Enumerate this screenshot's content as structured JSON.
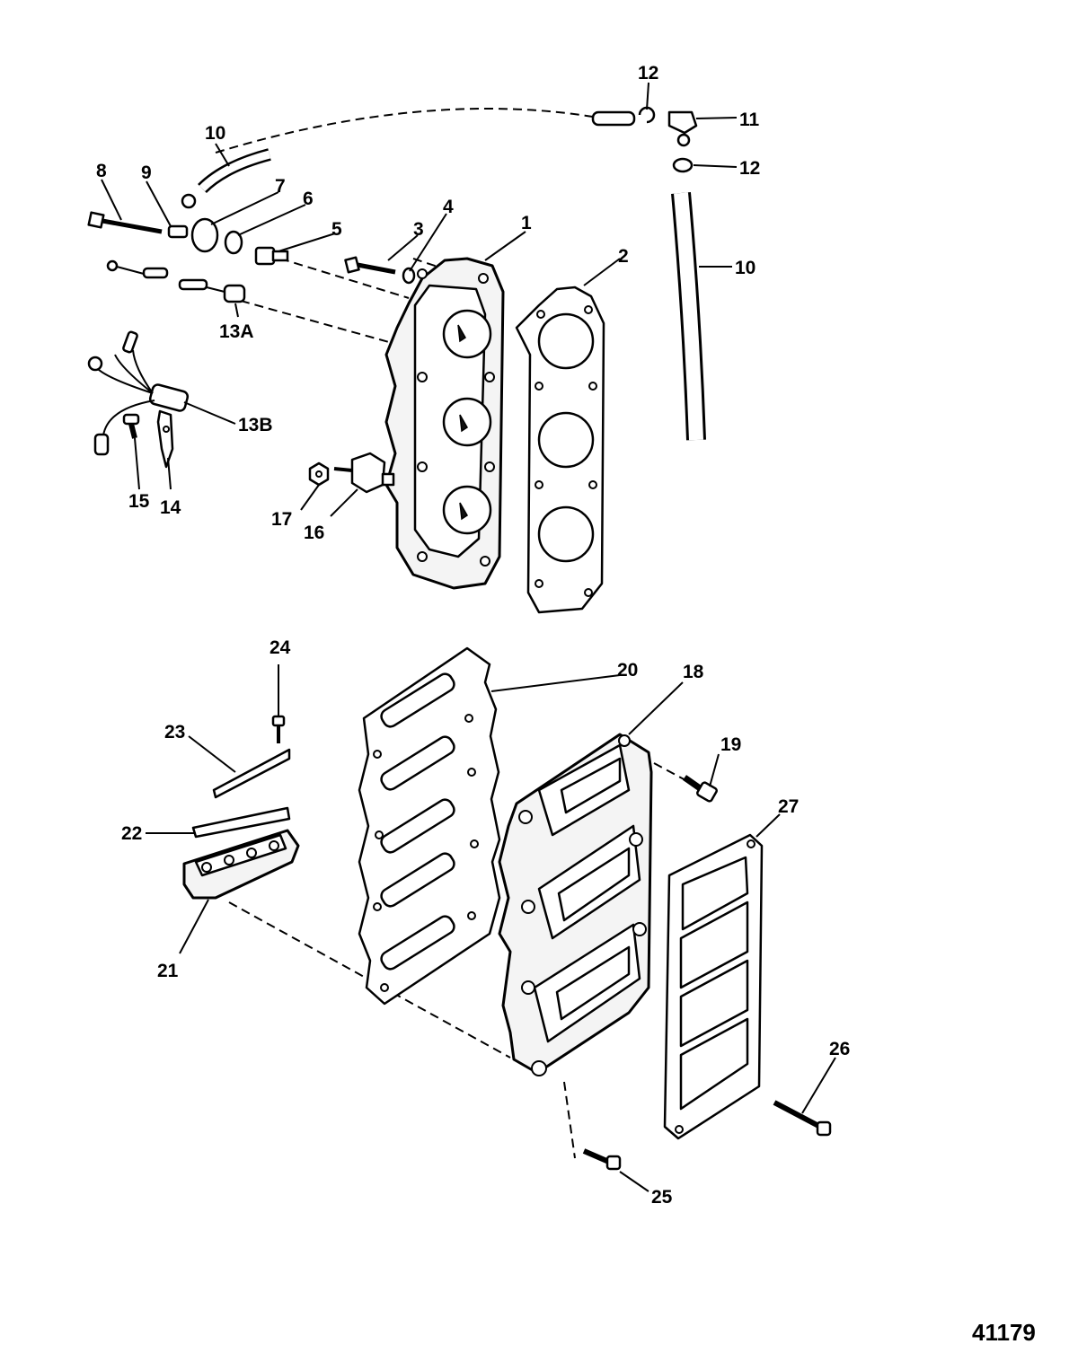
{
  "figure_number": "41179",
  "callouts": {
    "c1": "1",
    "c2": "2",
    "c3": "3",
    "c4": "4",
    "c5": "5",
    "c6": "6",
    "c7": "7",
    "c8": "8",
    "c9": "9",
    "c10a": "10",
    "c10b": "10",
    "c11": "11",
    "c12a": "12",
    "c12b": "12",
    "c13a": "13A",
    "c13b": "13B",
    "c14": "14",
    "c15": "15",
    "c16": "16",
    "c17": "17",
    "c18": "18",
    "c19": "19",
    "c20": "20",
    "c21": "21",
    "c22": "22",
    "c23": "23",
    "c24": "24",
    "c25": "25",
    "c26": "26",
    "c27": "27"
  }
}
